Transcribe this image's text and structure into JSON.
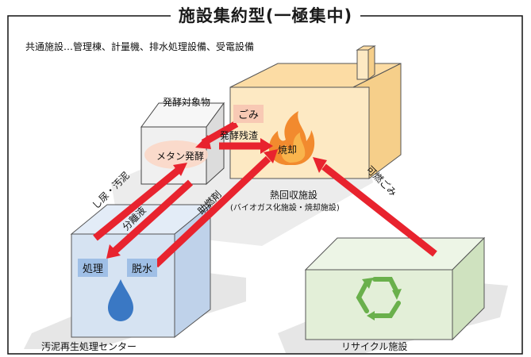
{
  "title": "施設集約型(一極集中)",
  "common_note": "共通施設…管理棟、計量機、排水処理設備、受電設備",
  "facilities": {
    "heat_recovery": {
      "name": "熱回収施設",
      "sub": "(バイオガス化施設・焼却施設)",
      "burn": "焼却"
    },
    "methane": {
      "name": "メタン発酵"
    },
    "sewage": {
      "name": "汚泥再生処理センター",
      "process": "処理",
      "dewater": "脱水"
    },
    "recycle": {
      "name": "リサイクル施設"
    }
  },
  "flows": {
    "ferment_target": "発酵対象物",
    "garbage": "ごみ",
    "ferment_residue": "発酵残渣",
    "night_soil": "し尿・汚泥",
    "separated_liquid": "分離液",
    "aux_fuel": "助燃剤",
    "combustible": "可燃ごみ"
  },
  "colors": {
    "arrow": "#e8232e",
    "heat_building": "#fde9c3",
    "sewage_building": "#d6e3f2",
    "recycle_building": "#e3efd8",
    "methane_building": "#f0f0f0"
  }
}
